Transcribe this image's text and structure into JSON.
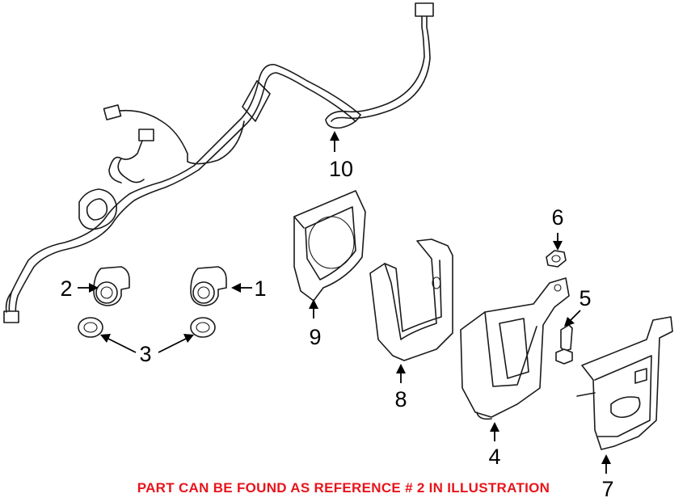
{
  "callouts": {
    "c1": "1",
    "c2": "2",
    "c3": "3",
    "c4": "4",
    "c5": "5",
    "c6": "6",
    "c7": "7",
    "c8": "8",
    "c9": "9",
    "c10": "10"
  },
  "notice": "PART CAN BE FOUND AS REFERENCE # 2 IN ILLUSTRATION",
  "colors": {
    "notice": "#e8141b",
    "line": "#1a1a1a",
    "background": "#ffffff"
  }
}
